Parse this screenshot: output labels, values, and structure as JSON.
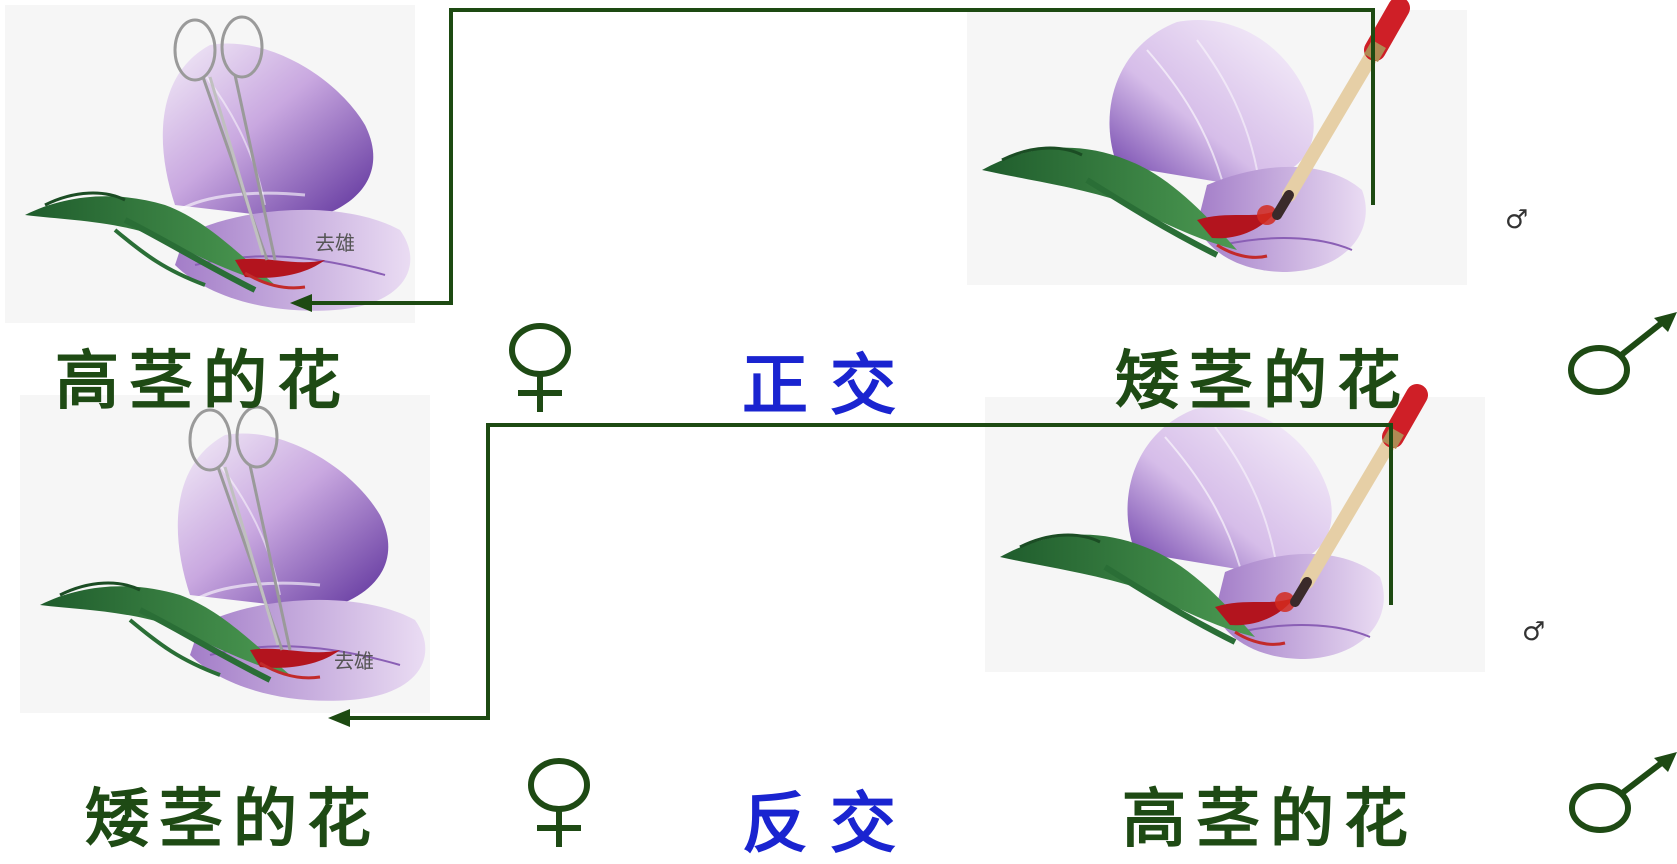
{
  "colors": {
    "label_green": "#1e4a14",
    "cross_blue": "#1a24d0",
    "line_green": "#1d4a12",
    "petal_purple": "#7a4fb0",
    "sepal_green": "#2f7a3c",
    "brush_red": "#d2232a"
  },
  "rows": [
    {
      "female_label": "高茎的花",
      "female_symbol": "♀",
      "cross_label": "正交",
      "male_label": "矮茎的花",
      "male_symbol": "♂",
      "flower_annotation": "去雄",
      "small_symbol": "♂"
    },
    {
      "female_label": "矮茎的花",
      "female_symbol": "♀",
      "cross_label": "反交",
      "male_label": "高茎的花",
      "male_symbol": "♂",
      "flower_annotation": "去雄",
      "small_symbol": "♂"
    }
  ]
}
